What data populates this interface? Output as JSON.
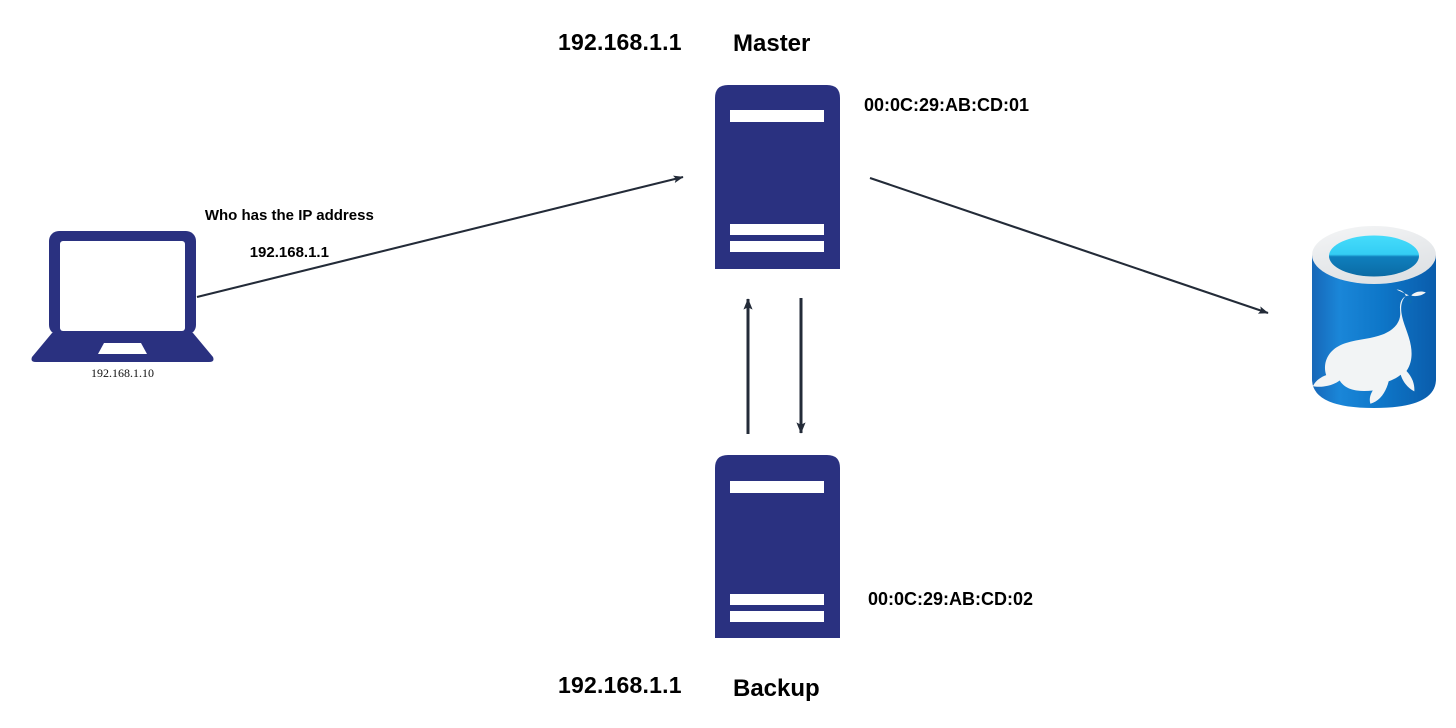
{
  "diagram": {
    "title": "ARP / MariaDB master-backup network diagram",
    "background": "#ffffff",
    "colors": {
      "server_navy": "#2a3180",
      "laptop_navy": "#2a3180",
      "arrow": "#232b38",
      "db_blue_dark": "#0b63b3",
      "db_blue_light": "#1e8fe0",
      "db_rim": "#e8eaec",
      "db_top_cyan": "#3fd6f7",
      "db_top_teal": "#0f7bb5",
      "text": "#000000"
    },
    "nodes": {
      "laptop": {
        "name": "Client laptop",
        "ip_label": "192.168.1.10"
      },
      "master": {
        "ip_label": "192.168.1.1",
        "title_label": "Master",
        "mac_label": "00:0C:29:AB:CD:01"
      },
      "backup": {
        "ip_label": "192.168.1.1",
        "title_label": "Backup",
        "mac_label": "00:0C:29:AB:CD:02"
      },
      "database": {
        "name": "MariaDB database",
        "logo": "mariadb-sea-lion"
      }
    },
    "annotations": {
      "arp_request_line1": "Who has the IP address",
      "arp_request_line2": "192.168.1.1"
    },
    "connectors": [
      {
        "id": "laptop-to-master",
        "from": "laptop",
        "to": "master",
        "direction": "one-way"
      },
      {
        "id": "master-to-database",
        "from": "master",
        "to": "database",
        "direction": "one-way"
      },
      {
        "id": "backup-to-master",
        "from": "backup",
        "to": "master",
        "direction": "up"
      },
      {
        "id": "master-to-backup",
        "from": "master",
        "to": "backup",
        "direction": "down"
      }
    ]
  }
}
